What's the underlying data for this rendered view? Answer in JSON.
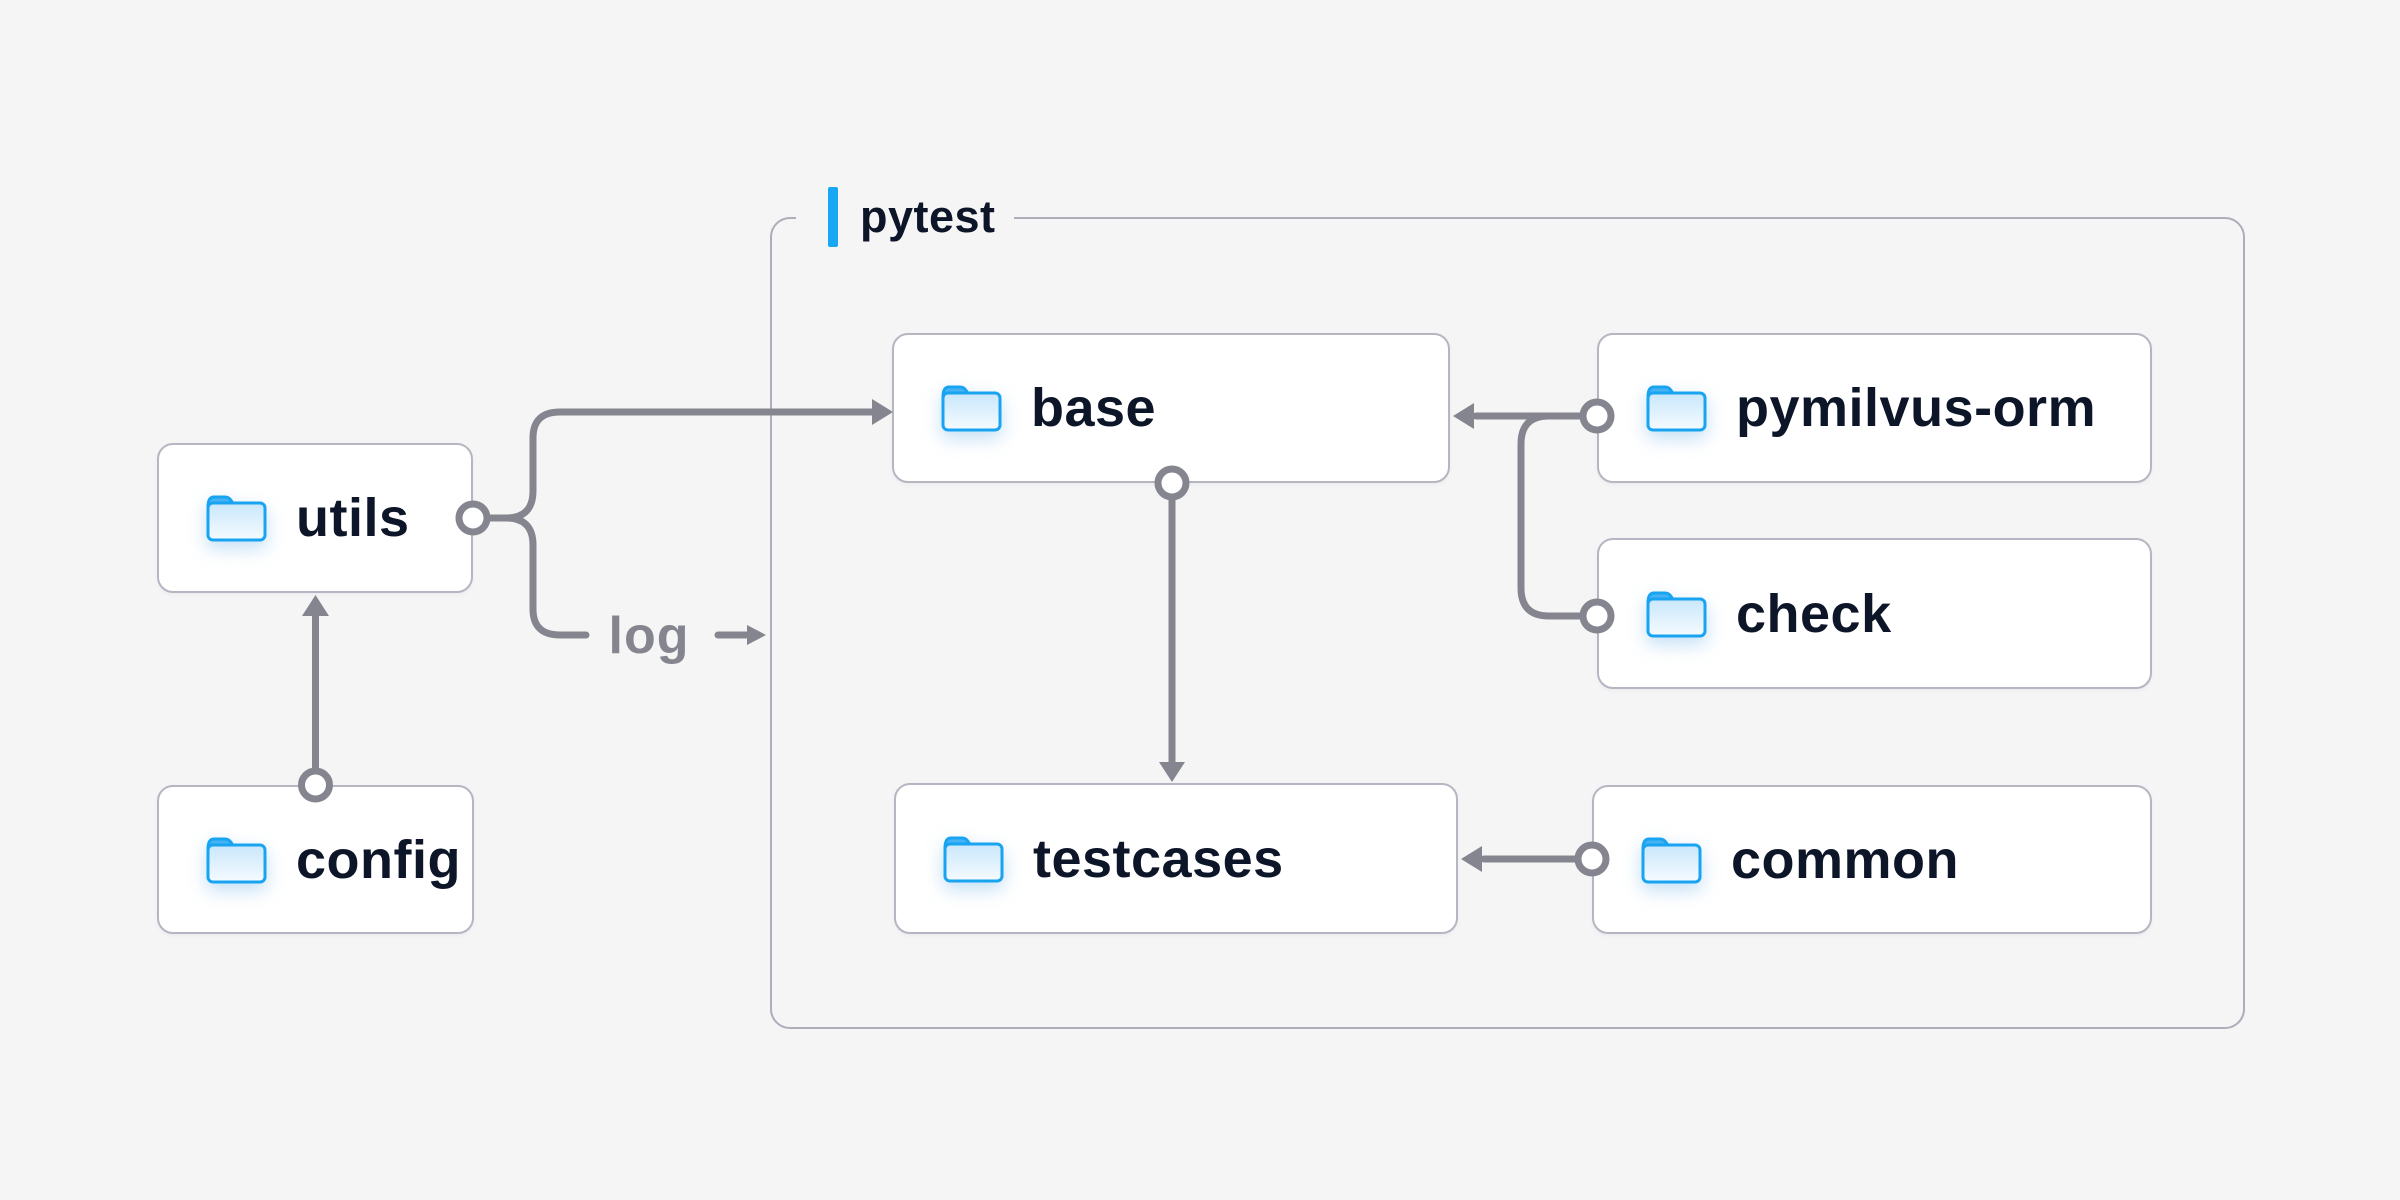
{
  "diagram": {
    "container": {
      "label": "pytest"
    },
    "log_label": "log",
    "nodes": {
      "utils": {
        "label": "utils"
      },
      "config": {
        "label": "config"
      },
      "base": {
        "label": "base"
      },
      "pymilvus-orm": {
        "label": "pymilvus-orm"
      },
      "check": {
        "label": "check"
      },
      "testcases": {
        "label": "testcases"
      },
      "common": {
        "label": "common"
      }
    },
    "edges": [
      {
        "from": "config",
        "to": "utils"
      },
      {
        "from": "utils",
        "to": "base"
      },
      {
        "from": "utils",
        "to": "pytest",
        "label": "log"
      },
      {
        "from": "pymilvus-orm",
        "to": "base"
      },
      {
        "from": "check",
        "to": "base"
      },
      {
        "from": "base",
        "to": "testcases"
      },
      {
        "from": "common",
        "to": "testcases"
      }
    ],
    "icons": {
      "node_icon": "folder-icon"
    },
    "colors": {
      "background": "#f5f5f6",
      "box_fill": "#ffffff",
      "box_border": "#b6b6c2",
      "container_border": "#aeaeba",
      "connector_gray": "#85858f",
      "edge_label_gray": "#85858f",
      "label_navy": "#0d1628",
      "accent_blue": "#18a8f3",
      "folder_outline_blue": "#18a4f1",
      "folder_tab_blue": "#45b2f3"
    }
  }
}
